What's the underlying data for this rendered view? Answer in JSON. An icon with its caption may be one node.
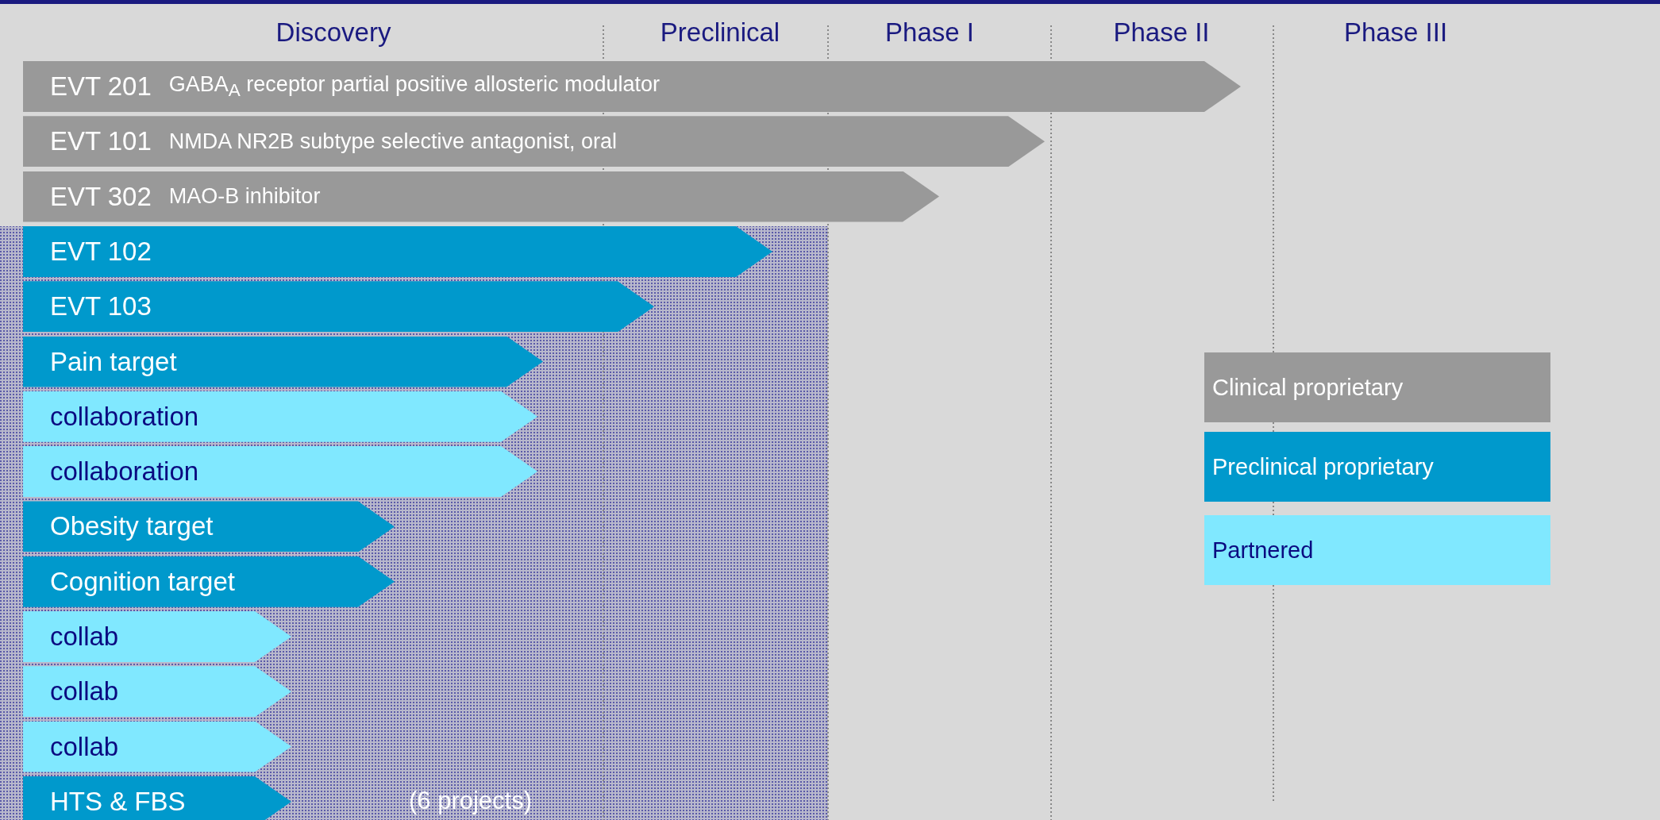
{
  "diagram": {
    "nodes": [
      {
        "text": [
          "EVT 201",
          "GABA$_{A}$ receptor partial positive allosteric modulator"
        ]
      },
      {
        "text": [
          "EVT 101",
          "NMDA NR2B subtype selective antagonist, oral"
        ]
      },
      {
        "text": [
          "EVT 302",
          "MAO-B inhibitor"
        ]
      },
      {
        "text": [
          "EVT 102"
        ]
      },
      {
        "text": [
          "EVT 103"
        ]
      },
      {
        "text": [
          "Pain target"
        ]
      },
      {
        "text": [
          "collaboration"
        ]
      },
      {
        "text": [
          "collaboration"
        ]
      },
      {
        "text": [
          "Obesity target"
        ]
      },
      {
        "text": [
          "Cognition target"
        ]
      },
      {
        "text": [
          "collab"
        ]
      },
      {
        "text": [
          "collab"
        ]
      },
      {
        "text": [
          "collab"
        ]
      },
      {
        "text": [
          "HTS & FBS"
        ]
      }
    ],
    "labels": [
      "Discovery",
      "Preclinical",
      "Phase I",
      "Phase II",
      "Phase III",
      "(6 projects)"
    ],
    "legend": [
      {
        "text": "Clinical proprietary",
        "color": "#999999"
      },
      {
        "text": "Preclinical proprietary",
        "color": "#0099cc"
      },
      {
        "text": "Partnered",
        "color": "#80e8ff"
      }
    ]
  }
}
